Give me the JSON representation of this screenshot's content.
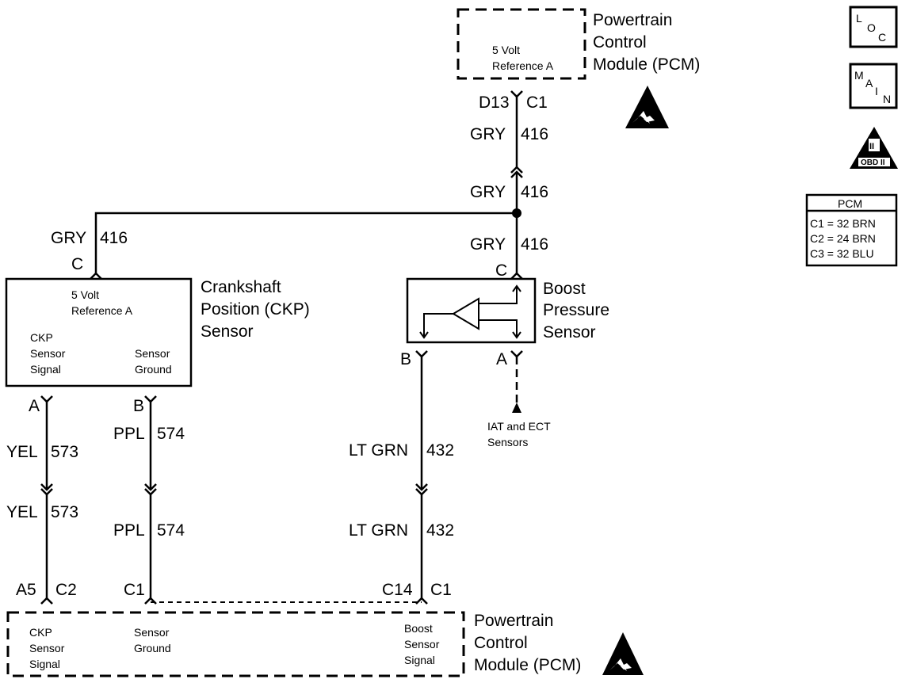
{
  "pcm_top": {
    "title": [
      "Powertrain",
      "Control",
      "Module (PCM)"
    ],
    "internal": [
      "5 Volt",
      "Reference A"
    ],
    "pin": "D13",
    "connector": "C1"
  },
  "icons": {
    "loc": [
      "L",
      "O",
      "C"
    ],
    "main": [
      "M",
      "A",
      "I",
      "N"
    ],
    "obd": [
      "II",
      "OBD II"
    ],
    "esd_top": "esd-warning-icon",
    "esd_bottom": "esd-warning-icon"
  },
  "connector_table": {
    "header": "PCM",
    "rows": [
      "C1 = 32 BRN",
      "C2 = 24 BRN",
      "C3 = 32 BLU"
    ]
  },
  "wires": {
    "w416_color": "GRY",
    "w416_num": "416",
    "w573_color": "YEL",
    "w573_num": "573",
    "w574_color": "PPL",
    "w574_num": "574",
    "w432_color": "LT GRN",
    "w432_num": "432"
  },
  "ckp_sensor": {
    "title": [
      "Crankshaft",
      "Position (CKP)",
      "Sensor"
    ],
    "internal": [
      "5 Volt",
      "Reference A"
    ],
    "signal_label": [
      "CKP",
      "Sensor",
      "Signal"
    ],
    "ground_label": [
      "Sensor",
      "Ground"
    ],
    "pin_c": "C",
    "pin_a": "A",
    "pin_b": "B"
  },
  "boost_sensor": {
    "title": [
      "Boost",
      "Pressure",
      "Sensor"
    ],
    "pin_c": "C",
    "pin_b": "B",
    "pin_a": "A",
    "ref_label": [
      "IAT and ECT",
      "Sensors"
    ]
  },
  "pcm_bottom": {
    "title": [
      "Powertrain",
      "Control",
      "Module (PCM)"
    ],
    "ckp_label": [
      "CKP",
      "Sensor",
      "Signal"
    ],
    "ground_label": [
      "Sensor",
      "Ground"
    ],
    "boost_label": [
      "Boost",
      "Sensor",
      "Signal"
    ],
    "pin_a5": "A5",
    "conn_c2": "C2",
    "pin_c1": "C1",
    "pin_c14": "C14",
    "conn_c1": "C1"
  }
}
